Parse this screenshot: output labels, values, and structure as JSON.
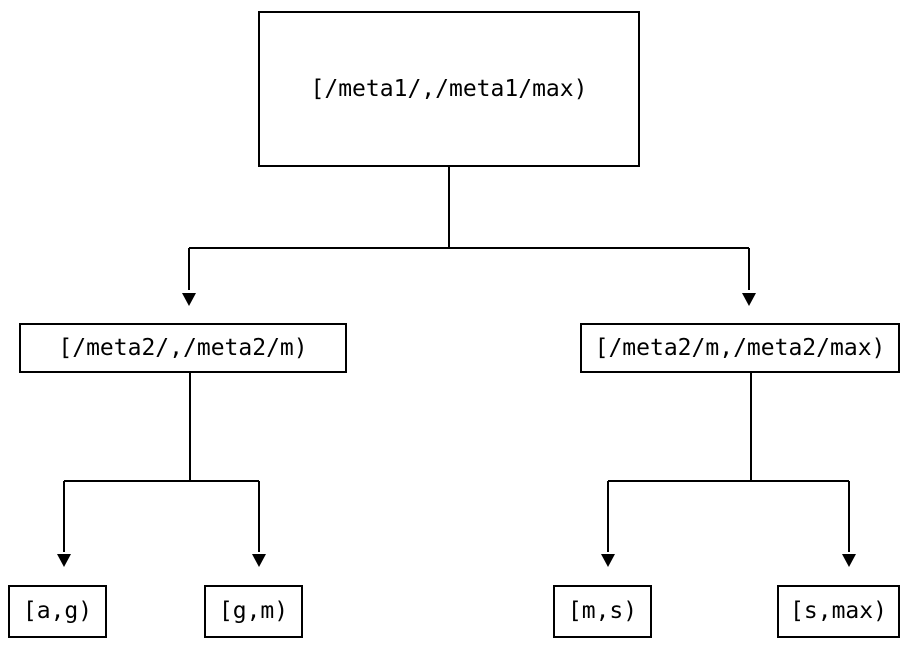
{
  "diagram": {
    "type": "binary-interval-tree",
    "background_color": "#ffffff",
    "stroke_color": "#000000",
    "nodes": {
      "root": {
        "label": "[/meta1/,/meta1/max)",
        "level": 0
      },
      "mid_left": {
        "label": "[/meta2/,/meta2/m)",
        "level": 1
      },
      "mid_right": {
        "label": "[/meta2/m,/meta2/max)",
        "level": 1
      },
      "leaf_ag": {
        "label": "[a,g)",
        "level": 2
      },
      "leaf_gm": {
        "label": "[g,m)",
        "level": 2
      },
      "leaf_ms": {
        "label": "[m,s)",
        "level": 2
      },
      "leaf_smax": {
        "label": "[s,max)",
        "level": 2
      }
    },
    "edges": [
      {
        "from": "root",
        "to": "mid_left",
        "arrow": "triangle-down"
      },
      {
        "from": "root",
        "to": "mid_right",
        "arrow": "triangle-down"
      },
      {
        "from": "mid_left",
        "to": "leaf_ag",
        "arrow": "triangle-down"
      },
      {
        "from": "mid_left",
        "to": "leaf_gm",
        "arrow": "triangle-down"
      },
      {
        "from": "mid_right",
        "to": "leaf_ms",
        "arrow": "triangle-down"
      },
      {
        "from": "mid_right",
        "to": "leaf_smax",
        "arrow": "triangle-down"
      }
    ]
  }
}
